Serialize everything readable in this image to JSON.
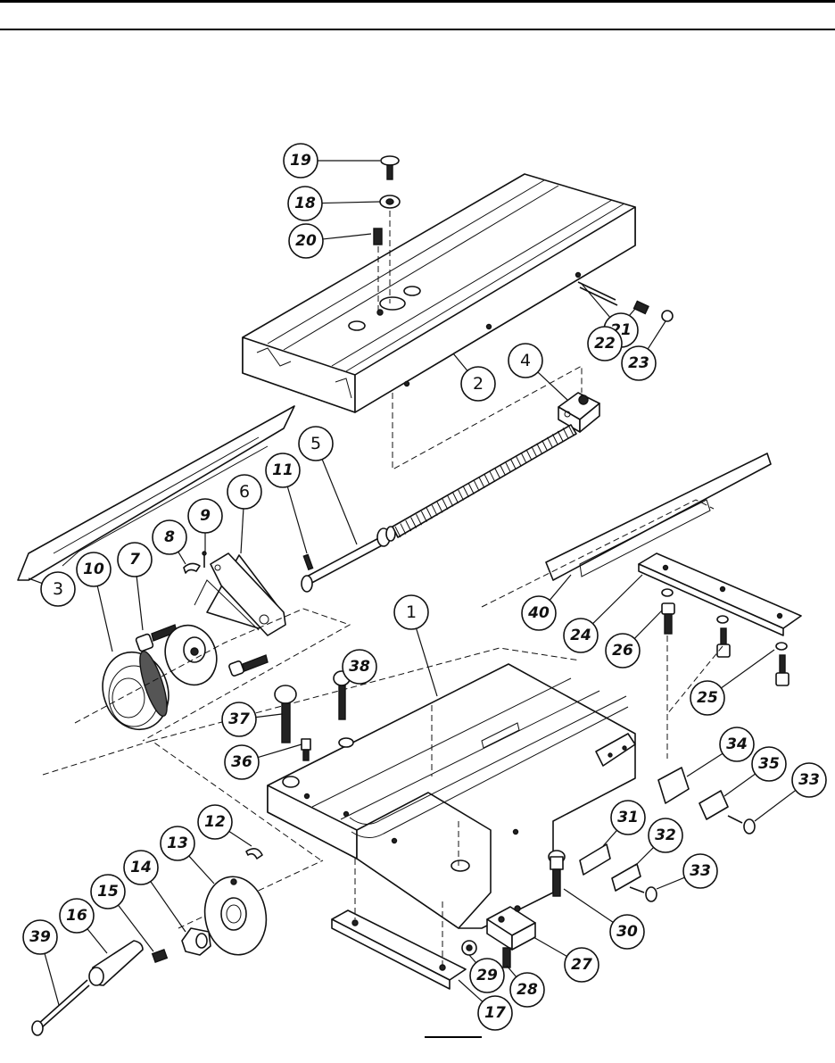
{
  "diagram": {
    "part_labels": [
      {
        "id": "19",
        "text": "19"
      },
      {
        "id": "18",
        "text": "18"
      },
      {
        "id": "20",
        "text": "20"
      },
      {
        "id": "21",
        "text": "21"
      },
      {
        "id": "22",
        "text": "22"
      },
      {
        "id": "23",
        "text": "23"
      },
      {
        "id": "4",
        "text": "4"
      },
      {
        "id": "2",
        "text": "2"
      },
      {
        "id": "5",
        "text": "5"
      },
      {
        "id": "11",
        "text": "11"
      },
      {
        "id": "6",
        "text": "6"
      },
      {
        "id": "9",
        "text": "9"
      },
      {
        "id": "8",
        "text": "8"
      },
      {
        "id": "7",
        "text": "7"
      },
      {
        "id": "10",
        "text": "10"
      },
      {
        "id": "3",
        "text": "3"
      },
      {
        "id": "40",
        "text": "40"
      },
      {
        "id": "24",
        "text": "24"
      },
      {
        "id": "26",
        "text": "26"
      },
      {
        "id": "25",
        "text": "25"
      },
      {
        "id": "1",
        "text": "1"
      },
      {
        "id": "38",
        "text": "38"
      },
      {
        "id": "37",
        "text": "37"
      },
      {
        "id": "36",
        "text": "36"
      },
      {
        "id": "34",
        "text": "34"
      },
      {
        "id": "35",
        "text": "35"
      },
      {
        "id": "33a",
        "text": "33"
      },
      {
        "id": "31",
        "text": "31"
      },
      {
        "id": "32",
        "text": "32"
      },
      {
        "id": "33b",
        "text": "33"
      },
      {
        "id": "30",
        "text": "30"
      },
      {
        "id": "12",
        "text": "12"
      },
      {
        "id": "13",
        "text": "13"
      },
      {
        "id": "14",
        "text": "14"
      },
      {
        "id": "15",
        "text": "15"
      },
      {
        "id": "16",
        "text": "16"
      },
      {
        "id": "39",
        "text": "39"
      },
      {
        "id": "29",
        "text": "29"
      },
      {
        "id": "28",
        "text": "28"
      },
      {
        "id": "27",
        "text": "27"
      },
      {
        "id": "17",
        "text": "17"
      }
    ]
  }
}
